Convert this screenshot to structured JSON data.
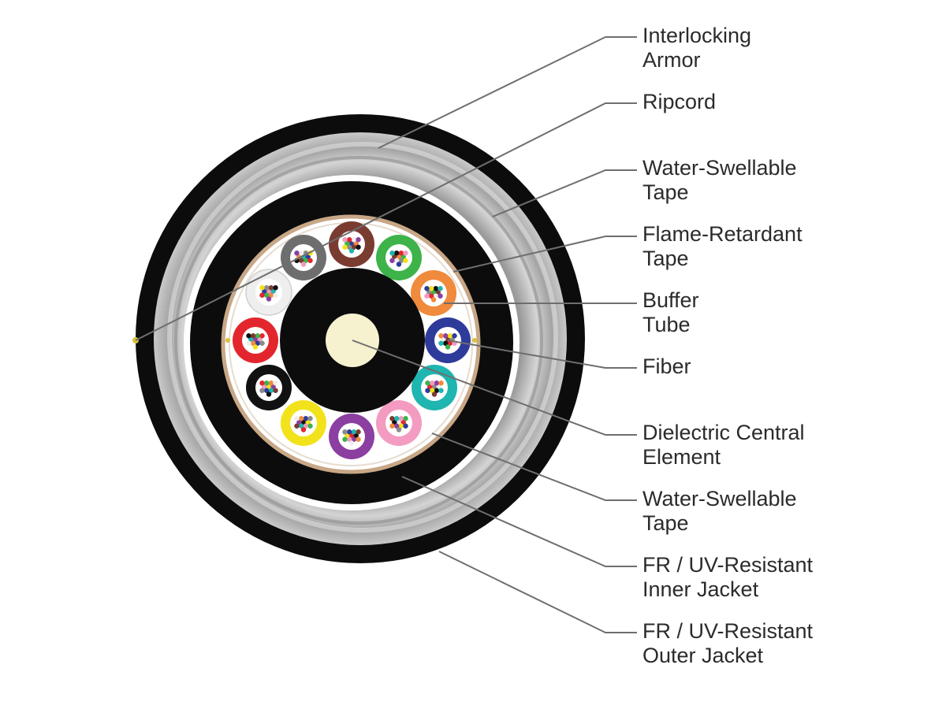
{
  "callouts": [
    {
      "key": "armor",
      "lines": [
        "Interlocking",
        "Armor"
      ]
    },
    {
      "key": "ripcord",
      "lines": [
        "Ripcord"
      ]
    },
    {
      "key": "water-swellable-tape-outer",
      "lines": [
        "Water-Swellable",
        "Tape"
      ]
    },
    {
      "key": "flame-retardant-tape",
      "lines": [
        "Flame-Retardant",
        "Tape"
      ]
    },
    {
      "key": "buffer-tube",
      "lines": [
        "Buffer",
        "Tube"
      ]
    },
    {
      "key": "fiber",
      "lines": [
        "Fiber"
      ]
    },
    {
      "key": "central-element",
      "lines": [
        "Dielectric Central",
        "Element"
      ]
    },
    {
      "key": "water-swellable-tape-inner",
      "lines": [
        "Water-Swellable",
        "Tape"
      ]
    },
    {
      "key": "inner-jacket",
      "lines": [
        "FR / UV-Resistant",
        "Inner Jacket"
      ]
    },
    {
      "key": "outer-jacket",
      "lines": [
        "FR / UV-Resistant",
        "Outer Jacket"
      ]
    }
  ],
  "buffer_tubes": [
    {
      "name": "brown",
      "color": "#7a3b30"
    },
    {
      "name": "green",
      "color": "#3db34a"
    },
    {
      "name": "orange",
      "color": "#f08a3c"
    },
    {
      "name": "blue",
      "color": "#2f3b9a"
    },
    {
      "name": "aqua",
      "color": "#1fb5b0"
    },
    {
      "name": "rose",
      "color": "#f39bc0"
    },
    {
      "name": "violet",
      "color": "#8b3fa0"
    },
    {
      "name": "yellow",
      "color": "#f2e21c"
    },
    {
      "name": "black",
      "color": "#111111"
    },
    {
      "name": "red",
      "color": "#e3262d"
    },
    {
      "name": "white",
      "color": "#eeeeee"
    },
    {
      "name": "slate",
      "color": "#6e6e6e"
    }
  ],
  "fiber_colors": [
    "#2f3b9a",
    "#f08a3c",
    "#3db34a",
    "#7a3b30",
    "#8a8a8a",
    "#eeeeee",
    "#e3262d",
    "#111111",
    "#f2e21c",
    "#8b3fa0",
    "#f39bc0",
    "#1fb5b0"
  ],
  "colors": {
    "outer_jacket": "#0c0c0c",
    "armor": "#b8b8b8",
    "inner_jacket": "#0c0c0c",
    "central_element_jacket": "#0c0c0c",
    "central_element_core": "#f6f2cf",
    "flame_retardant_tape": "#c8a787",
    "leader_line": "#6e6e6e",
    "label_text": "#2b2b2b"
  }
}
